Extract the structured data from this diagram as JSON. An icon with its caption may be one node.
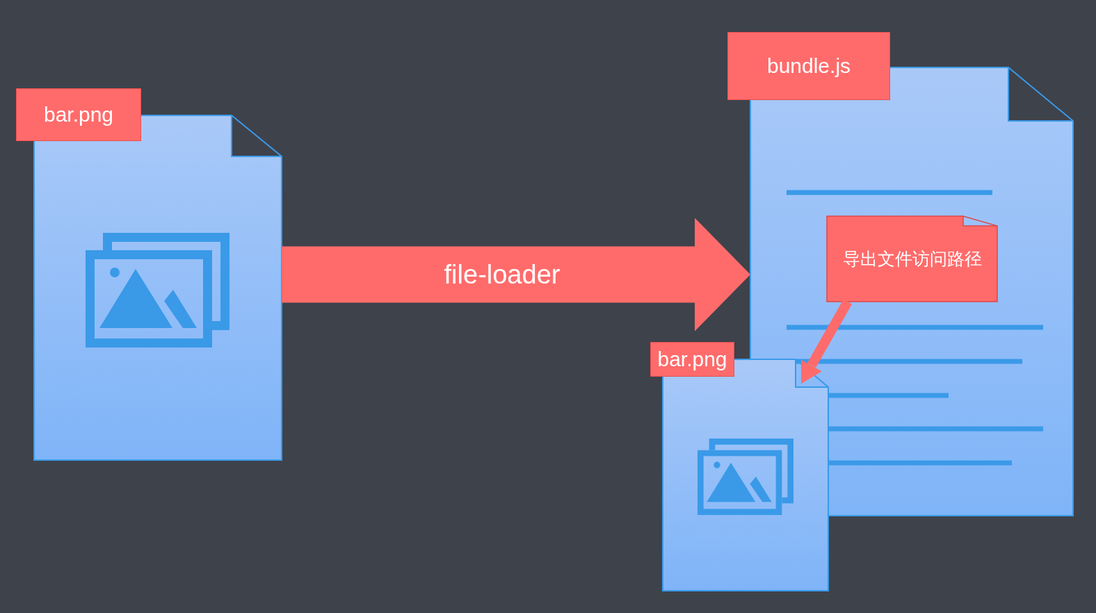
{
  "diagram": {
    "nodes": [
      {
        "text": [
          "bar.png"
        ]
      },
      {
        "text": [
          "bundle.js"
        ]
      },
      {
        "text": [
          "导出文件访问路径"
        ],
        "in": 1
      },
      {
        "text": [
          "bar.png"
        ]
      }
    ],
    "edges": [
      {
        "from": 0,
        "to": 1,
        "arrow": "to",
        "label": "file-loader",
        "style": "thick"
      },
      {
        "from": 2,
        "to": 3,
        "arrow": "to"
      }
    ]
  }
}
